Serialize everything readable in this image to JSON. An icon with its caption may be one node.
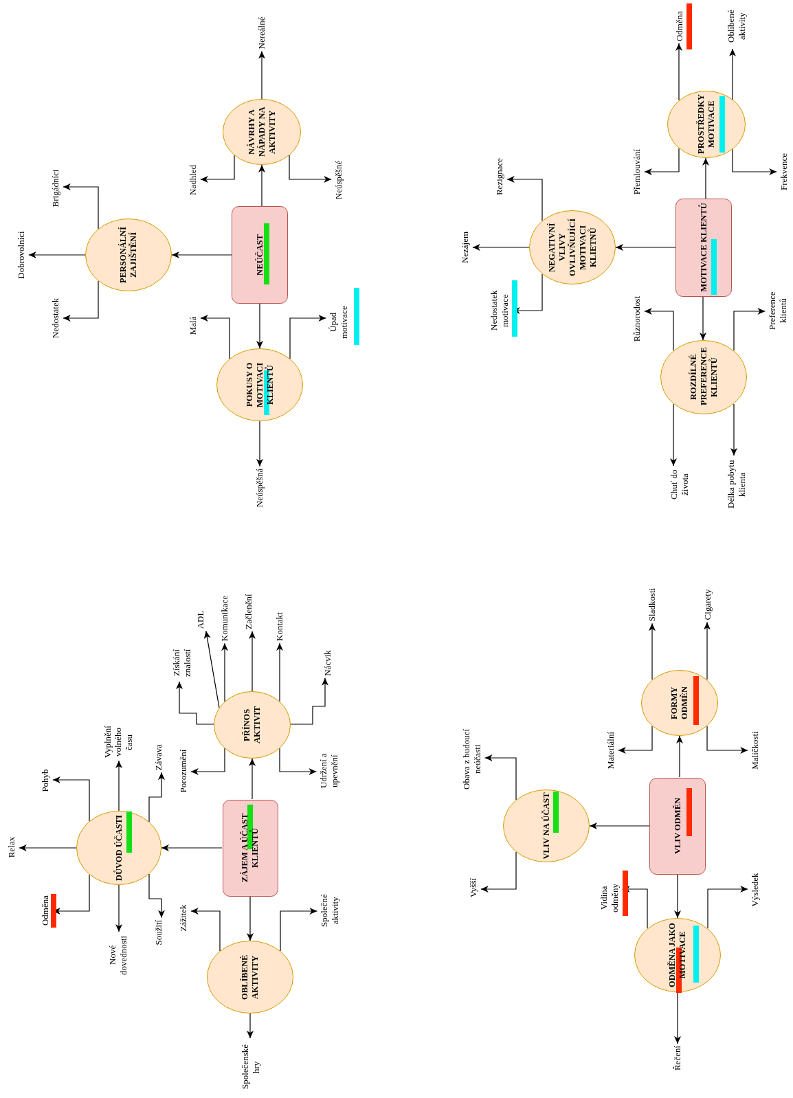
{
  "diagram": {
    "nodes": [
      {
        "text": [
          "NEÚČAST"
        ]
      },
      {
        "text": [
          "PERSONÁLNÍ ZAJIŠTĚNÍ"
        ]
      },
      {
        "text": [
          "NÁVRHY A NÁPADY NA AKTIVITY"
        ]
      },
      {
        "text": [
          "POKUSY O MOTIVACI KLIENTŮ"
        ]
      },
      {
        "text": [
          "Dobrovolníci"
        ]
      },
      {
        "text": [
          "Brigádníci"
        ]
      },
      {
        "text": [
          "Nedostatek"
        ]
      },
      {
        "text": [
          "Nereálné"
        ]
      },
      {
        "text": [
          "Nadhled"
        ]
      },
      {
        "text": [
          "Neúspěšné"
        ]
      },
      {
        "text": [
          "Neúspěšná"
        ]
      },
      {
        "text": [
          "Malá"
        ]
      },
      {
        "text": [
          "Úpad motivace"
        ]
      },
      {
        "text": [
          "MOTIVACE KLIENTŮ"
        ]
      },
      {
        "text": [
          "NEGATIVNÍ VLIVY OVLIVŇUJÍCÍ MOTIVACI KLIETNŮ"
        ]
      },
      {
        "text": [
          "PROSTŘEDKY MOTIVACE"
        ]
      },
      {
        "text": [
          "ROZDÍLNÉ PREFERENCE KLIENTŮ"
        ]
      },
      {
        "text": [
          "Nezájem"
        ]
      },
      {
        "text": [
          "Rezignace"
        ]
      },
      {
        "text": [
          "Nedostatek motivace"
        ]
      },
      {
        "text": [
          "Odměna"
        ]
      },
      {
        "text": [
          "Oblíbené aktivity"
        ]
      },
      {
        "text": [
          "Přemlouvání"
        ]
      },
      {
        "text": [
          "Frekvence"
        ]
      },
      {
        "text": [
          "Různorodost"
        ]
      },
      {
        "text": [
          "Preference klientů"
        ]
      },
      {
        "text": [
          "Chuť do života"
        ]
      },
      {
        "text": [
          "Délka pobytu klienta"
        ]
      },
      {
        "text": [
          "ZÁJEM A ÚČAST KLIENTŮ"
        ]
      },
      {
        "text": [
          "DŮVOD ÚČASTI"
        ]
      },
      {
        "text": [
          "PŘÍNOS AKTIVIT"
        ]
      },
      {
        "text": [
          "OBLÍBENÉ AKTIVITY"
        ]
      },
      {
        "text": [
          "Relax"
        ]
      },
      {
        "text": [
          "Pohyb"
        ]
      },
      {
        "text": [
          "Vyplnění volného času"
        ]
      },
      {
        "text": [
          "Závava"
        ]
      },
      {
        "text": [
          "Odměna"
        ]
      },
      {
        "text": [
          "Nové dovednosti"
        ]
      },
      {
        "text": [
          "Soužití"
        ]
      },
      {
        "text": [
          "Získání znalostí"
        ]
      },
      {
        "text": [
          "ADL"
        ]
      },
      {
        "text": [
          "Komunikace"
        ]
      },
      {
        "text": [
          "Začlenění"
        ]
      },
      {
        "text": [
          "Kontakt"
        ]
      },
      {
        "text": [
          "Nácvik"
        ]
      },
      {
        "text": [
          "Porozumění"
        ]
      },
      {
        "text": [
          "Udržení a upevnění"
        ]
      },
      {
        "text": [
          "Zážitek"
        ]
      },
      {
        "text": [
          "Společné aktivity"
        ]
      },
      {
        "text": [
          "Společenské hry"
        ]
      },
      {
        "text": [
          "VLIV ODMĚN"
        ]
      },
      {
        "text": [
          "VLIV NA ÚČAST"
        ]
      },
      {
        "text": [
          "FORMY ODMĚN"
        ]
      },
      {
        "text": [
          "ODMĚNA JAKO MOTIVACE"
        ]
      },
      {
        "text": [
          "Obava z budoucí neúčasti"
        ]
      },
      {
        "text": [
          "Vyšší"
        ]
      },
      {
        "text": [
          "Sladkosti"
        ]
      },
      {
        "text": [
          "Cigarety"
        ]
      },
      {
        "text": [
          "Materiální"
        ]
      },
      {
        "text": [
          "Maličkosti"
        ]
      },
      {
        "text": [
          "Vidina odměny"
        ]
      },
      {
        "text": [
          "Výsledek"
        ]
      },
      {
        "text": [
          "Řečení"
        ]
      }
    ],
    "edges": [
      {
        "from": 0,
        "to": 1,
        "arrow": "to"
      },
      {
        "from": 0,
        "to": 2,
        "arrow": "to"
      },
      {
        "from": 0,
        "to": 3,
        "arrow": "to"
      },
      {
        "from": 1,
        "to": 4,
        "arrow": "to"
      },
      {
        "from": 1,
        "to": 5,
        "arrow": "to"
      },
      {
        "from": 1,
        "to": 6,
        "arrow": "to"
      },
      {
        "from": 2,
        "to": 7,
        "arrow": "to"
      },
      {
        "from": 2,
        "to": 8,
        "arrow": "to"
      },
      {
        "from": 2,
        "to": 9,
        "arrow": "to"
      },
      {
        "from": 3,
        "to": 10,
        "arrow": "to"
      },
      {
        "from": 3,
        "to": 11,
        "arrow": "to"
      },
      {
        "from": 3,
        "to": 12,
        "arrow": "to"
      },
      {
        "from": 13,
        "to": 14,
        "arrow": "to"
      },
      {
        "from": 13,
        "to": 15,
        "arrow": "to"
      },
      {
        "from": 13,
        "to": 16,
        "arrow": "to"
      },
      {
        "from": 14,
        "to": 17,
        "arrow": "to"
      },
      {
        "from": 14,
        "to": 18,
        "arrow": "to"
      },
      {
        "from": 14,
        "to": 19,
        "arrow": "to"
      },
      {
        "from": 15,
        "to": 20,
        "arrow": "to"
      },
      {
        "from": 15,
        "to": 21,
        "arrow": "to"
      },
      {
        "from": 15,
        "to": 22,
        "arrow": "to"
      },
      {
        "from": 15,
        "to": 23,
        "arrow": "to"
      },
      {
        "from": 16,
        "to": 24,
        "arrow": "to"
      },
      {
        "from": 16,
        "to": 25,
        "arrow": "to"
      },
      {
        "from": 16,
        "to": 26,
        "arrow": "to"
      },
      {
        "from": 16,
        "to": 27,
        "arrow": "to"
      },
      {
        "from": 28,
        "to": 29,
        "arrow": "to"
      },
      {
        "from": 28,
        "to": 30,
        "arrow": "to"
      },
      {
        "from": 28,
        "to": 31,
        "arrow": "to"
      },
      {
        "from": 29,
        "to": 32,
        "arrow": "to"
      },
      {
        "from": 29,
        "to": 33,
        "arrow": "to"
      },
      {
        "from": 29,
        "to": 34,
        "arrow": "to"
      },
      {
        "from": 29,
        "to": 35,
        "arrow": "to"
      },
      {
        "from": 29,
        "to": 36,
        "arrow": "to"
      },
      {
        "from": 29,
        "to": 37,
        "arrow": "to"
      },
      {
        "from": 29,
        "to": 38,
        "arrow": "to"
      },
      {
        "from": 30,
        "to": 39,
        "arrow": "to"
      },
      {
        "from": 30,
        "to": 40,
        "arrow": "to"
      },
      {
        "from": 30,
        "to": 41,
        "arrow": "to"
      },
      {
        "from": 30,
        "to": 42,
        "arrow": "to"
      },
      {
        "from": 30,
        "to": 43,
        "arrow": "to"
      },
      {
        "from": 30,
        "to": 44,
        "arrow": "to"
      },
      {
        "from": 30,
        "to": 45,
        "arrow": "to"
      },
      {
        "from": 30,
        "to": 46,
        "arrow": "to"
      },
      {
        "from": 31,
        "to": 47,
        "arrow": "to"
      },
      {
        "from": 31,
        "to": 48,
        "arrow": "to"
      },
      {
        "from": 31,
        "to": 49,
        "arrow": "to"
      },
      {
        "from": 50,
        "to": 51,
        "arrow": "to"
      },
      {
        "from": 50,
        "to": 52,
        "arrow": "to"
      },
      {
        "from": 50,
        "to": 53,
        "arrow": "to"
      },
      {
        "from": 51,
        "to": 54,
        "arrow": "to"
      },
      {
        "from": 51,
        "to": 55,
        "arrow": "to"
      },
      {
        "from": 52,
        "to": 56,
        "arrow": "to"
      },
      {
        "from": 52,
        "to": 57,
        "arrow": "to"
      },
      {
        "from": 52,
        "to": 58,
        "arrow": "to"
      },
      {
        "from": 52,
        "to": 59,
        "arrow": "to"
      },
      {
        "from": 53,
        "to": 60,
        "arrow": "to"
      },
      {
        "from": 53,
        "to": 61,
        "arrow": "to"
      },
      {
        "from": 53,
        "to": 62,
        "arrow": "to"
      }
    ]
  }
}
